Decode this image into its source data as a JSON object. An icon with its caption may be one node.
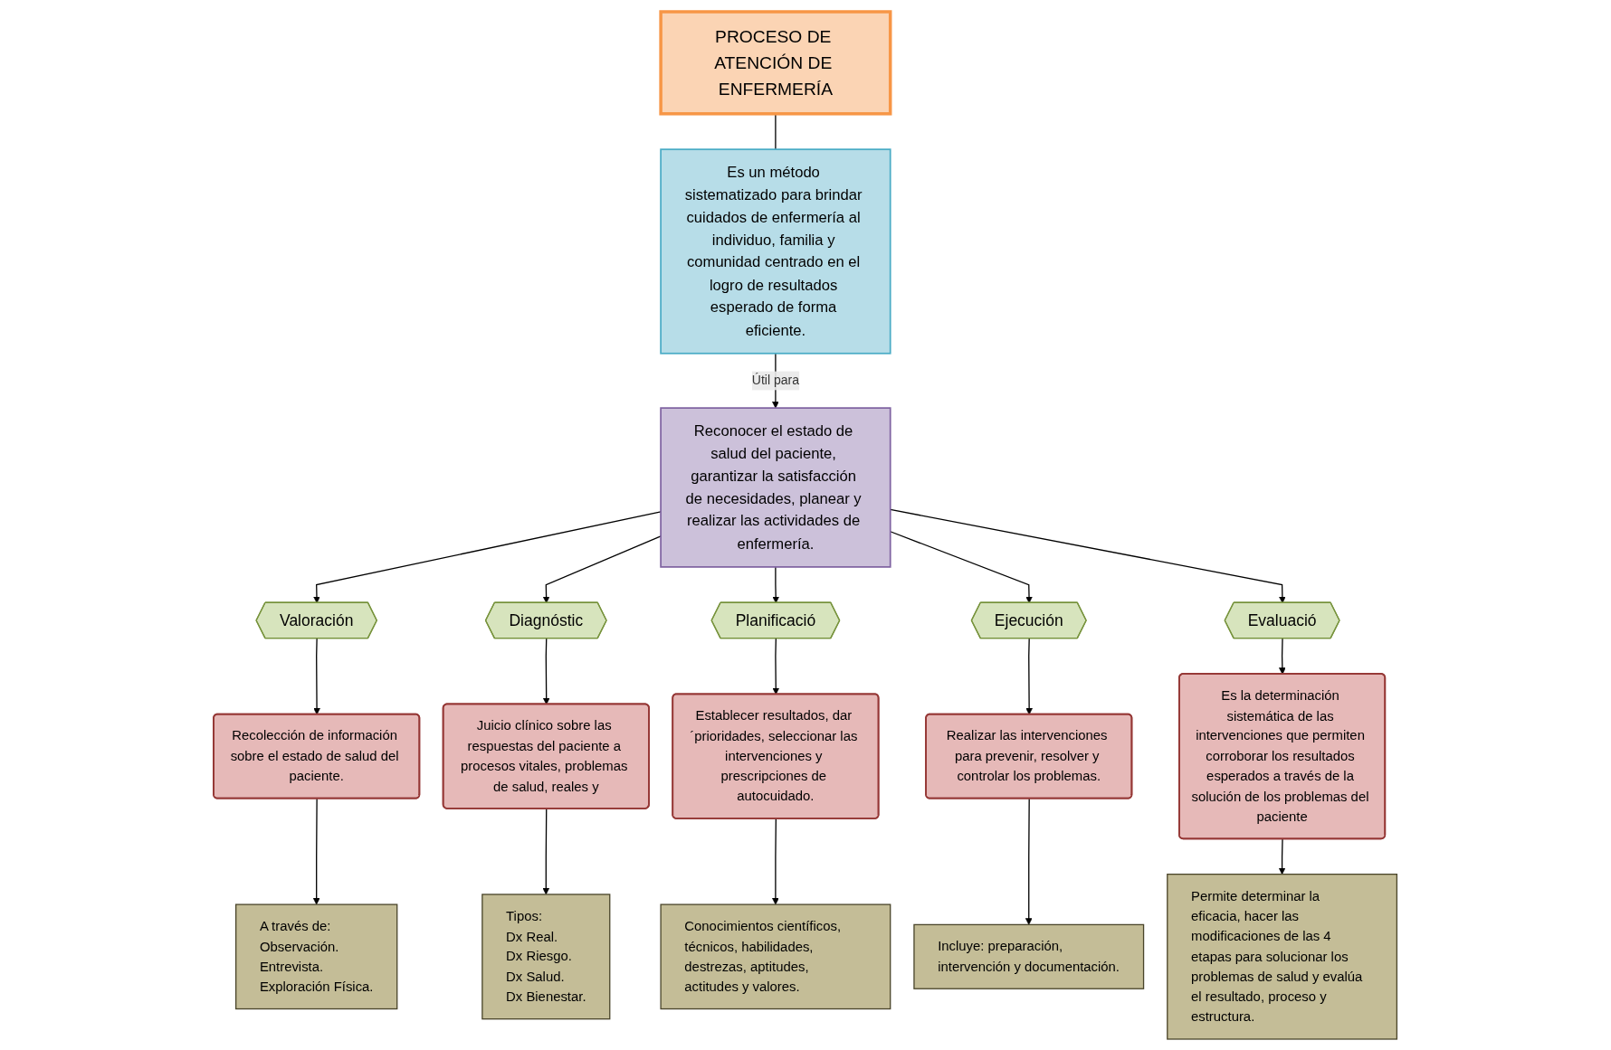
{
  "diagram": {
    "nodes": [
      {
        "text": [
          "PROCESO DE ATENCIÓN DE ENFERMERÍA"
        ]
      },
      {
        "text": [
          "Es un método sistematizado para brindar cuidados de enfermería al individuo, familia y comunidad centrado en el logro de resultados esperado de forma eficiente."
        ]
      },
      {
        "text": [
          "Reconocer el estado de salud del paciente, garantizar la satisfacción de necesidades, planear y realizar las actividades de enfermería."
        ]
      },
      {
        "text": [
          "Valoración"
        ]
      },
      {
        "text": [
          "Diagnóstic"
        ]
      },
      {
        "text": [
          "Planificació"
        ]
      },
      {
        "text": [
          "Ejecución"
        ]
      },
      {
        "text": [
          "Evaluació"
        ]
      },
      {
        "text": [
          "Recolección de información sobre el estado de salud del paciente."
        ]
      },
      {
        "text": [
          "Juicio clínico sobre las respuestas del paciente a procesos vitales, problemas de salud, reales y"
        ]
      },
      {
        "text": [
          "Establecer resultados, dar ´prioridades, seleccionar las intervenciones y prescripciones de autocuidado."
        ]
      },
      {
        "text": [
          "Realizar las intervenciones para prevenir, resolver y controlar los problemas."
        ]
      },
      {
        "text": [
          "Es la determinación sistemática de las intervenciones que permiten corroborar los resultados esperados a través de la solución de los problemas del paciente"
        ]
      },
      {
        "text": [
          "A través de:",
          "Observación.",
          "Entrevista.",
          "Exploración Física."
        ]
      },
      {
        "text": [
          "Tipos:",
          "Dx Real.",
          "Dx Riesgo.",
          "Dx Salud.",
          "Dx Bienestar."
        ]
      },
      {
        "text": [
          "Conocimientos científicos, técnicos, habilidades, destrezas, aptitudes, actitudes y valores."
        ]
      },
      {
        "text": [
          "Incluye: preparación, intervención y documentación."
        ]
      },
      {
        "text": [
          "Permite determinar la eficacia, hacer las modificaciones de las 4 etapas para solucionar los problemas de salud y evalúa el resultado, proceso y estructura."
        ]
      }
    ],
    "edges": [
      {
        "from": 0,
        "to": 1,
        "arrow": "none"
      },
      {
        "from": 1,
        "to": 2,
        "arrow": "to",
        "label": "Útil para"
      },
      {
        "from": 2,
        "to": 3,
        "arrow": "to"
      },
      {
        "from": 2,
        "to": 4,
        "arrow": "to"
      },
      {
        "from": 2,
        "to": 5,
        "arrow": "to"
      },
      {
        "from": 2,
        "to": 6,
        "arrow": "to"
      },
      {
        "from": 2,
        "to": 7,
        "arrow": "to"
      },
      {
        "from": 3,
        "to": 8,
        "arrow": "to"
      },
      {
        "from": 4,
        "to": 9,
        "arrow": "to"
      },
      {
        "from": 5,
        "to": 10,
        "arrow": "to"
      },
      {
        "from": 6,
        "to": 11,
        "arrow": "to"
      },
      {
        "from": 7,
        "to": 12,
        "arrow": "to"
      },
      {
        "from": 8,
        "to": 13,
        "arrow": "to"
      },
      {
        "from": 9,
        "to": 14,
        "arrow": "to"
      },
      {
        "from": 10,
        "to": 15,
        "arrow": "to"
      },
      {
        "from": 11,
        "to": 16,
        "arrow": "to"
      },
      {
        "from": 12,
        "to": 17,
        "arrow": "to"
      }
    ]
  }
}
